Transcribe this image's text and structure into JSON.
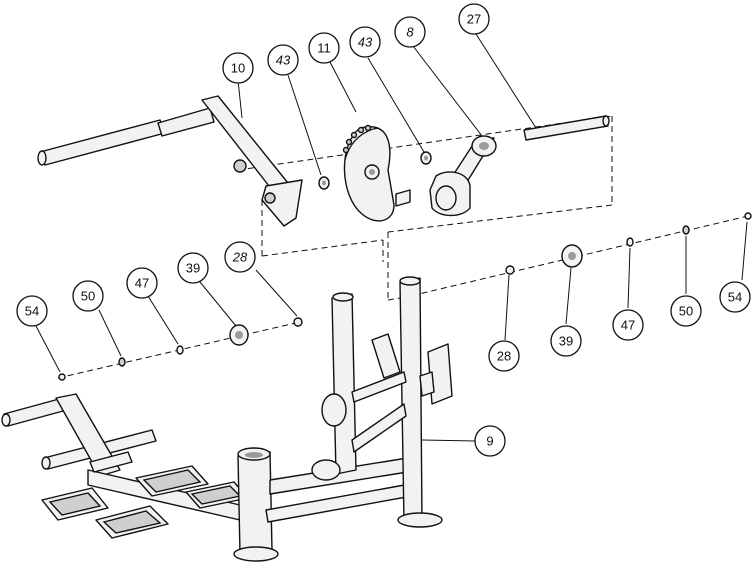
{
  "callouts": {
    "c10": "10",
    "c43a": "43",
    "c11": "11",
    "c43b": "43",
    "c8": "8",
    "c27": "27",
    "c28a": "28",
    "c39a": "39",
    "c47a": "47",
    "c50a": "50",
    "c54a": "54",
    "c28b": "28",
    "c39b": "39",
    "c47b": "47",
    "c50b": "50",
    "c54b": "54",
    "c9": "9"
  }
}
